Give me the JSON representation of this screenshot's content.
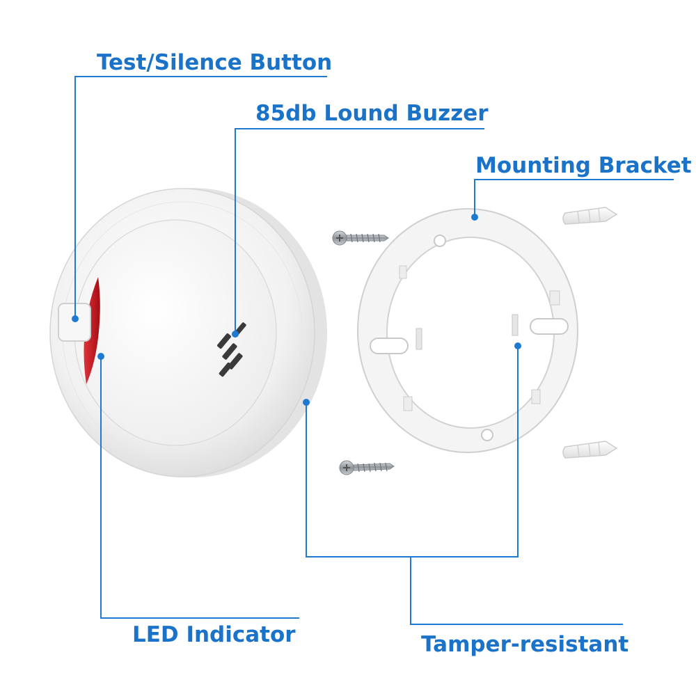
{
  "labels": {
    "test_silence_button": "Test/Silence Button",
    "buzzer": "85db Lound Buzzer",
    "mounting_bracket": "Mounting Bracket",
    "led_indicator": "LED Indicator",
    "tamper_resistant": "Tamper-resistant"
  },
  "colors": {
    "label_text": "#1a73c8",
    "leader_line": "#1e7ad1",
    "led_red": "#c8141e",
    "plastic_white": "#f2f2f2",
    "screw_metal": "#9aa0a6"
  }
}
